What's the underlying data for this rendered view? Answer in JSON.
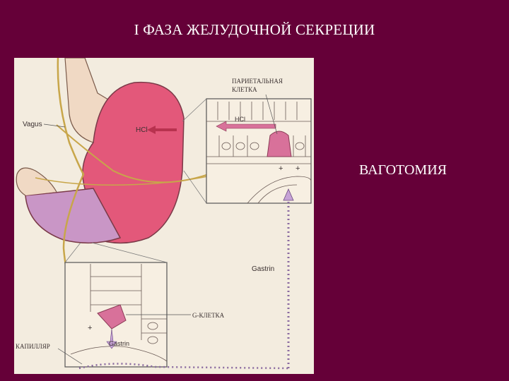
{
  "slide": {
    "title": "I ФАЗА ЖЕЛУДОЧНОЙ СЕКРЕЦИИ",
    "side_label": "ВАГОТОМИЯ"
  },
  "diagram": {
    "parietal_cell_label_line1": "ПАРИЕТАЛЬНАЯ",
    "parietal_cell_label_line2": "КЛЕТКА",
    "vagus_label": "Vagus",
    "hcl_label_stomach": "HCl",
    "hcl_label_inset": "HCl",
    "gastrin_label_vertical": "Gastrin",
    "g_cell_label": "G-КЛЕТКА",
    "gastrin_label_lower": "Gastrin",
    "capillary_label": "КАПИЛЛЯР",
    "plus_sign": "+"
  },
  "colors": {
    "background": "#650038",
    "panel": "#f3ecdf",
    "stomach_body": "#e3587a",
    "antrum": "#c996c6",
    "cell_highlight": "#d8719a",
    "hcl_arrow": "#b8324f",
    "gastrin_arrow": "#c6a2d6"
  }
}
